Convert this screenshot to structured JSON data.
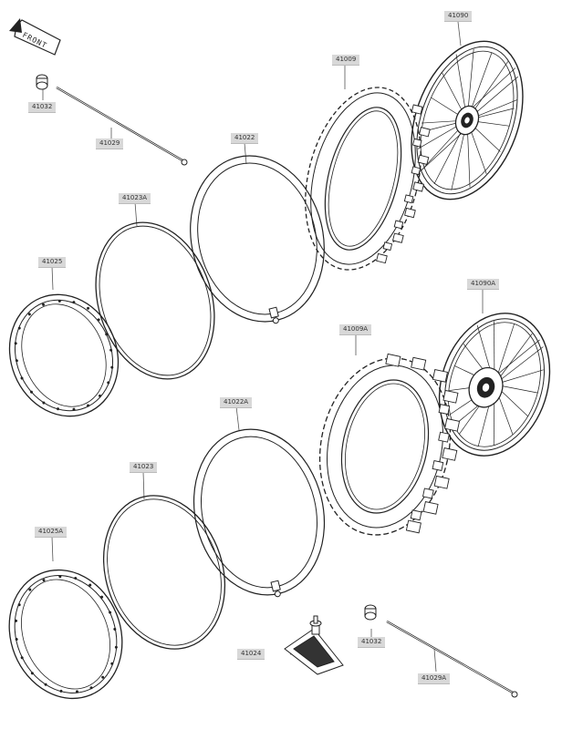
{
  "front_badge": "FRONT",
  "part_labels": {
    "p41090": "41090",
    "p41009": "41009",
    "p41032_top": "41032",
    "p41029": "41029",
    "p41022": "41022",
    "p41023a": "41023A",
    "p41025": "41025",
    "p41090a": "41090A",
    "p41009a": "41009A",
    "p41022a": "41022A",
    "p41023": "41023",
    "p41025a": "41025A",
    "p41032_bottom": "41032",
    "p41024": "41024",
    "p41029a": "41029A"
  },
  "colors": {
    "line": "#222222",
    "label_bg": "#d8d8d8",
    "leader": "#555555"
  }
}
